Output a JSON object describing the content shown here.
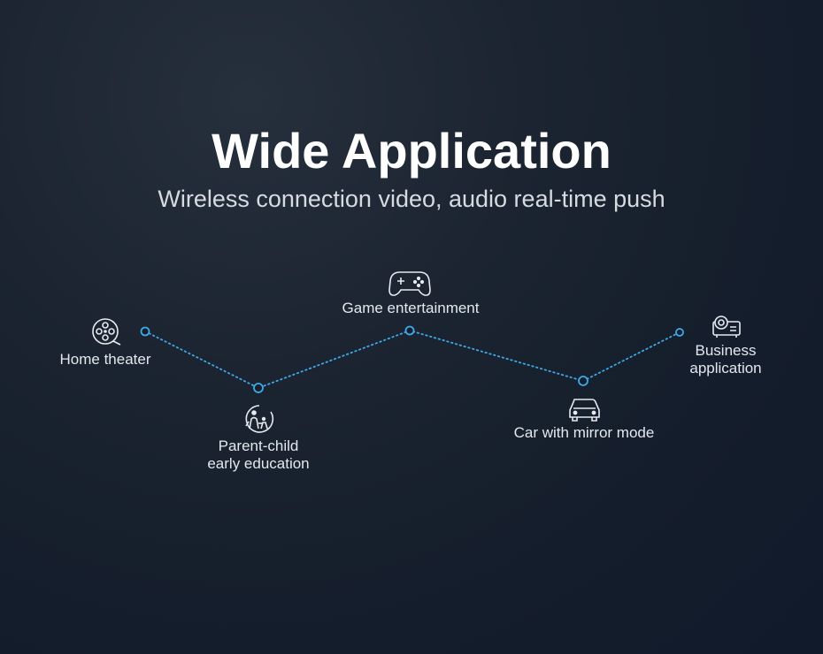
{
  "header": {
    "title": "Wide Application",
    "subtitle": "Wireless connection video, audio real-time push"
  },
  "applications": [
    {
      "label": "Home theater",
      "icon": "film-reel-icon"
    },
    {
      "label": "Parent-child early education",
      "line1": "Parent-child",
      "line2": "early education",
      "icon": "parent-child-icon"
    },
    {
      "label": "Game entertainment",
      "icon": "gamepad-icon"
    },
    {
      "label": "Car with mirror mode",
      "icon": "car-icon"
    },
    {
      "label": "Business application",
      "line1": "Business",
      "line2": "application",
      "icon": "projector-icon"
    }
  ],
  "colors": {
    "accent": "#3fa9e8",
    "icon": "#e6eaf0",
    "title": "#ffffff",
    "subtitle": "#d6dbe2"
  }
}
